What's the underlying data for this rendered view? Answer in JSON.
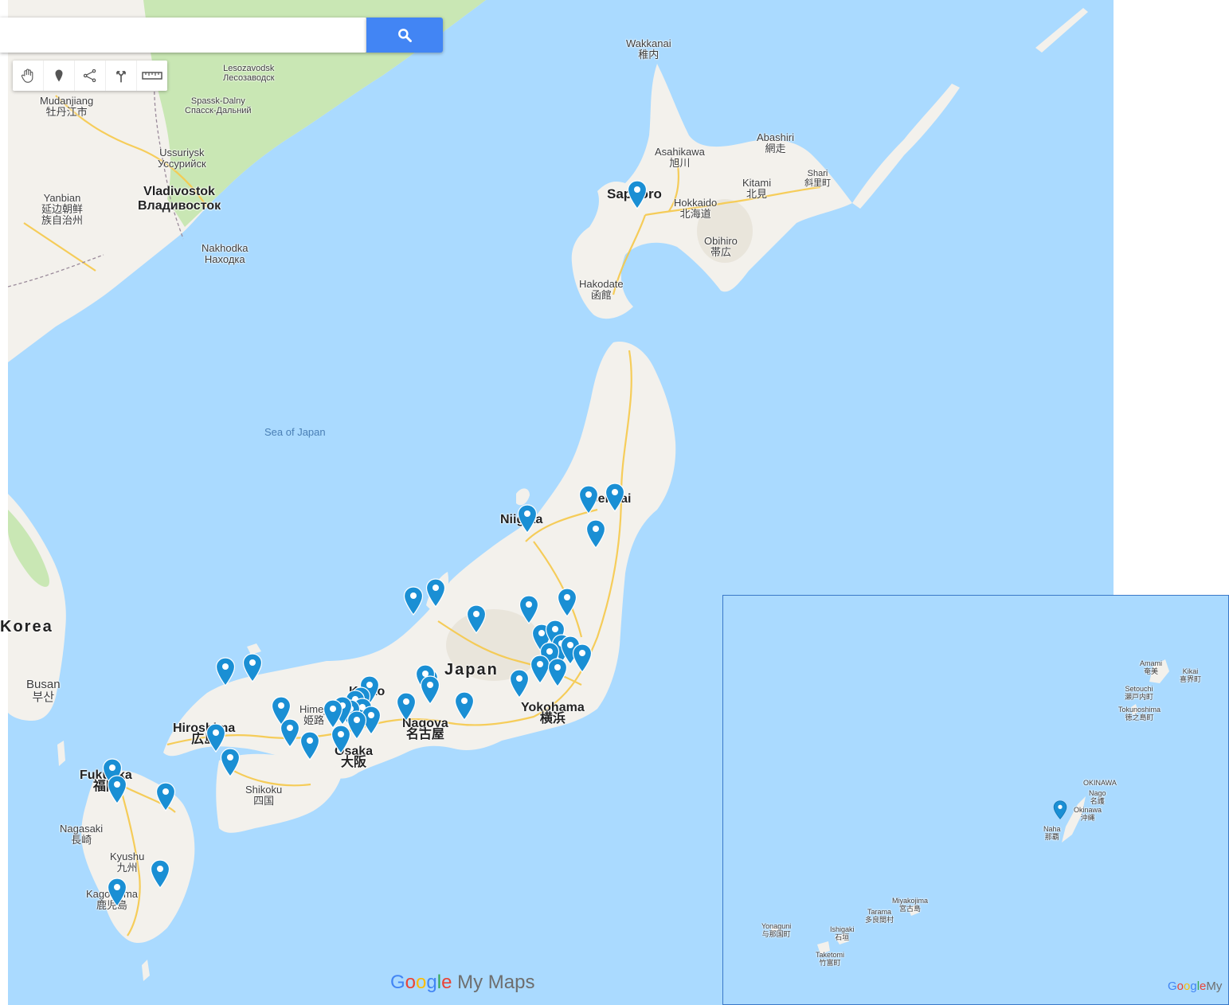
{
  "search": {
    "placeholder": ""
  },
  "toolbar": {
    "tools": [
      {
        "name": "hand-icon"
      },
      {
        "name": "marker-icon"
      },
      {
        "name": "line-icon"
      },
      {
        "name": "directions-icon"
      },
      {
        "name": "ruler-icon"
      }
    ]
  },
  "colors": {
    "water": "#aadaff",
    "land": "#f5f3ef",
    "green": "#c8e6b2",
    "pin": "#1a8fd4",
    "road": "#f6c94a"
  },
  "labels": {
    "wakkanai": "Wakkanai\n稚内",
    "asahikawa": "Asahikawa\n旭川",
    "abashiri": "Abashiri\n網走",
    "shari": "Shari\n斜里町",
    "kitami": "Kitami\n北見",
    "sapporo": "Sapporo",
    "hokkaido": "Hokkaido\n北海道",
    "obihiro": "Obihiro\n帯広",
    "hakodate": "Hakodate\n函館",
    "mudanjiang": "Mudanjiang\n牡丹江市",
    "lesozavodsk": "Lesozavodsk\nЛесозаводск",
    "spassk": "Spassk-Dalny\nСпасск-Дальний",
    "ussuriysk": "Ussuriysk\nУссурийск",
    "yanbian": "Yanbian\n延边朝鲜\n族自治州",
    "vladivostok": "Vladivostok\nВладивосток",
    "nakhodka": "Nakhodka\nНаходка",
    "sea_of_japan": "Sea of Japan",
    "niigata": "Niigata",
    "sendai": "Sendai",
    "japan": "Japan",
    "yokohama": "Yokohama\n横浜",
    "nagoya": "Nagoya\n名古屋",
    "kyoto": "Kyoto",
    "himeji": "Himeji\n姫路",
    "osaka": "Osaka\n大阪",
    "hiroshima": "Hiroshima\n広島",
    "shikoku": "Shikoku\n四国",
    "fukuoka": "Fukuoka\n福岡",
    "nagasaki": "Nagasaki\n長崎",
    "kyushu": "Kyushu\n九州",
    "kagoshima": "Kagoshima\n鹿児島",
    "korea": "Korea",
    "busan": "Busan\n부산",
    "amami": "Amami\n奄美",
    "kikai": "Kikai\n喜界町",
    "setouchi": "Setouchi\n瀬戸内町",
    "tokunoshima": "Tokunoshima\n徳之島町",
    "okinawa_region": "OKINAWA",
    "nago": "Nago\n名護",
    "okinawa_city": "Okinawa\n沖縄",
    "naha": "Naha\n那覇",
    "miyakojima": "Miyakojima\n宮古島",
    "tarama": "Tarama\n多良間村",
    "ishigaki": "Ishigaki\n石垣",
    "yonaguni": "Yonaguni\n与那国町",
    "taketomi": "Taketomi\n竹富町"
  },
  "logo": {
    "google": "Google",
    "mymaps": "My Maps",
    "inset_google": "Google",
    "inset_my": "My"
  },
  "pin_count": 52
}
